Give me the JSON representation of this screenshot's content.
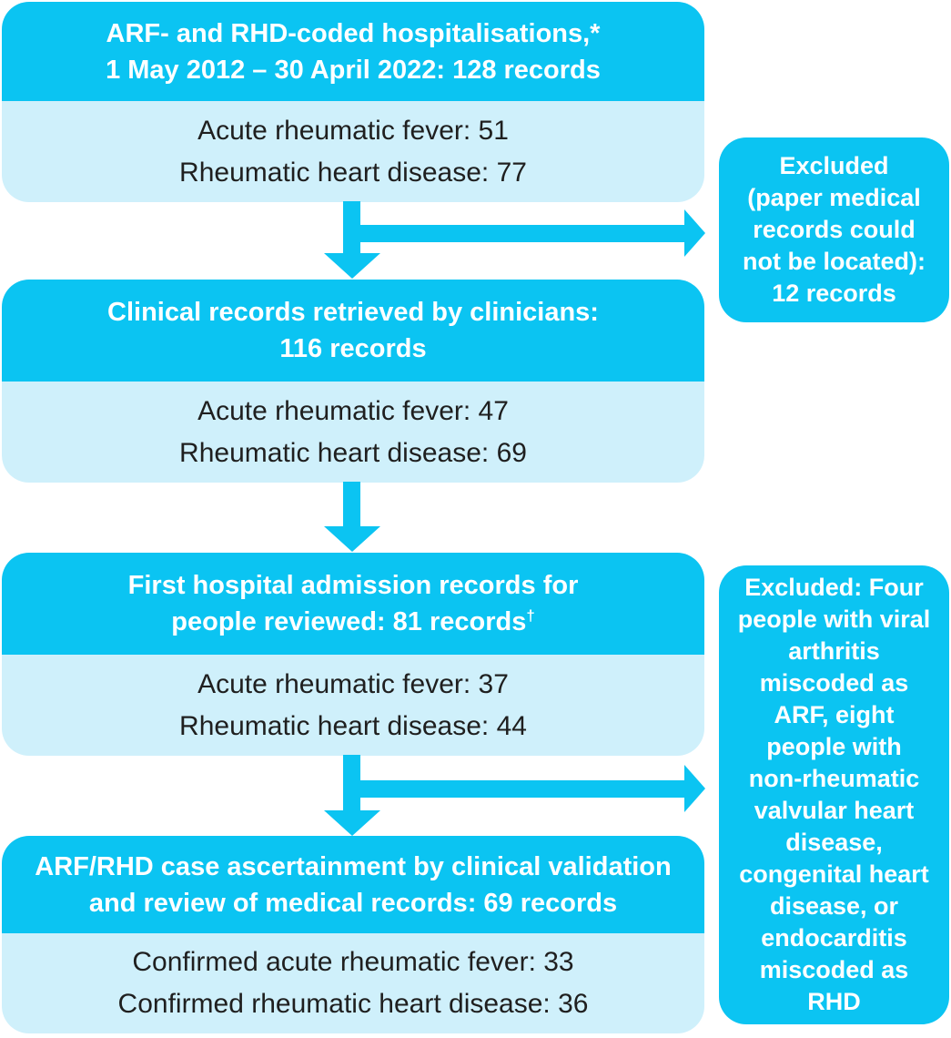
{
  "colors": {
    "accent": "#0bc4f2",
    "panel": "#cff0fb",
    "text_on_accent": "#ffffff",
    "text_dark": "#1f1f1f",
    "figure_bg": "#ffffff"
  },
  "flow": {
    "step1": {
      "title": "ARF- and RHD-coded hospitalisations,*\n1 May 2012 – 30 April 2022: 128 records",
      "detail1": "Acute rheumatic fever: 51",
      "detail2": "Rheumatic heart disease: 77"
    },
    "step2": {
      "title": "Clinical records retrieved by clinicians:\n116 records",
      "detail1": "Acute rheumatic fever: 47",
      "detail2": "Rheumatic heart disease: 69"
    },
    "step3": {
      "title": "First hospital admission records for\npeople reviewed: 81 records",
      "title_sup": "†",
      "detail1": "Acute rheumatic fever: 37",
      "detail2": "Rheumatic heart disease: 44"
    },
    "step4": {
      "title": "ARF/RHD case ascertainment by clinical validation\nand review of medical records: 69 records",
      "detail1": "Confirmed acute rheumatic fever: 33",
      "detail2": "Confirmed rheumatic heart disease: 36"
    },
    "excluded1": {
      "text": "Excluded\n(paper medical\nrecords could\nnot be located):\n12 records"
    },
    "excluded2": {
      "text": "Excluded: Four\npeople with viral\narthritis\nmiscoded as\nARF, eight\npeople with\nnon-rheumatic\nvalvular heart\ndisease,\ncongenital heart\ndisease, or\nendocarditis\nmiscoded as\nRHD"
    }
  }
}
